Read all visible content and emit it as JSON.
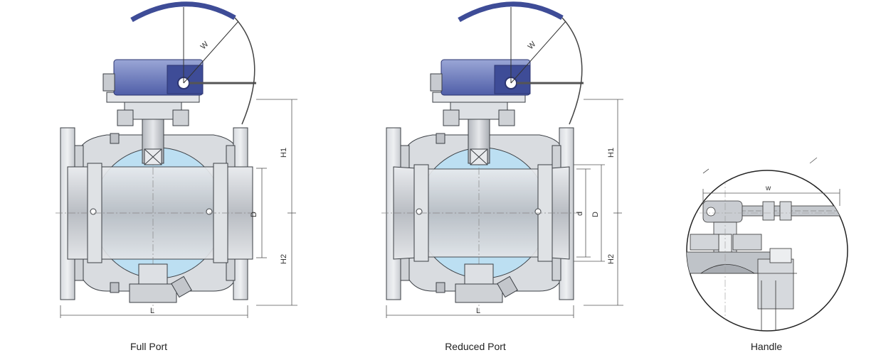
{
  "captions": {
    "full_port": "Full Port",
    "reduced_port": "Reduced Port",
    "handle": "Handle"
  },
  "dimensions": {
    "w": "W",
    "w_small": "w",
    "h1": "H1",
    "h2": "H2",
    "d_large": "D",
    "d_small": "d",
    "l": "L"
  },
  "colors": {
    "steel": "#c9ccd1",
    "ball": "#bcdff2",
    "actuator": "#5e6fb7",
    "outline": "#3b3f44"
  }
}
